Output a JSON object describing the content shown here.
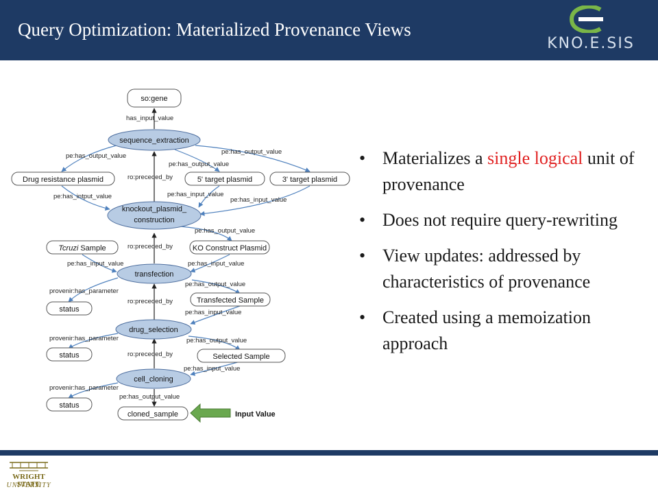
{
  "slide": {
    "title": "Query Optimization: Materialized Provenance Views",
    "logo_text": "KNO.E.SIS",
    "bullets": [
      {
        "prefix": "Materializes a ",
        "highlight": "single logical",
        "suffix": " unit of provenance"
      },
      {
        "prefix": "Does not require query-rewriting",
        "highlight": "",
        "suffix": ""
      },
      {
        "prefix": "View updates: addressed by characteristics of provenance",
        "highlight": "",
        "suffix": ""
      },
      {
        "prefix": "Created using a memoization approach",
        "highlight": "",
        "suffix": ""
      }
    ],
    "university_name": "WRIGHT STATE",
    "university_sub": "UNIVERSITY"
  },
  "colors": {
    "header_bg": "#1e3a64",
    "process_fill": "#b8cce4",
    "entity_fill": "#ffffff",
    "edge": "#4f81bd",
    "highlight_text": "#e02020",
    "input_arrow": "#6aa84f"
  },
  "diagram": {
    "nodes": {
      "gene": "so:gene",
      "seq": "sequence_extraction",
      "drug_res": "Drug resistance plasmid",
      "t5": "5' target plasmid",
      "t3": "3' target plasmid",
      "ko_line1": "knockout_plasmid_",
      "ko_line2": "construction",
      "tcruzi_italic": "Tcruzi",
      "tcruzi_rest": " Sample",
      "ko_construct": "KO Construct Plasmid",
      "transfection": "transfection",
      "status1": "status",
      "transfected": "Transfected Sample",
      "drug_sel": "drug_selection",
      "status2": "status",
      "selected": "Selected Sample",
      "cell_cloning": "cell_cloning",
      "status3": "status",
      "cloned": "cloned_sample",
      "input_value": "Input Value"
    },
    "edge_labels": {
      "has_input_value": "has_input_value",
      "out_drug": "pe:has_output_value",
      "out_3prime": "pe:has_output_value",
      "out_5prime": "pe:has_output_value",
      "prec1": "ro:preceded_by",
      "in_drug": "pe:has_intput_value",
      "in_5prime": "pe:has_input_value",
      "in_3prime": "pe:has_input_value",
      "out_ko": "pe:has_output_value",
      "prec2": "ro:preceded_by",
      "in_tcruzi": "pe:has_input_value",
      "in_ko": "pe:has_input_value",
      "param1": "provenir:has_parameter",
      "out_transfected": "pe:has_output_value",
      "prec3": "ro:preceded_by",
      "in_transfected": "pe:has_input_value",
      "param2": "provenir:has_parameter",
      "out_selected": "pe:has_output_value",
      "prec4": "ro:preceded_by",
      "in_selected": "pe:has_input_value",
      "param3": "provenir:has_parameter",
      "out_cloned": "pe:has_output_value"
    }
  }
}
